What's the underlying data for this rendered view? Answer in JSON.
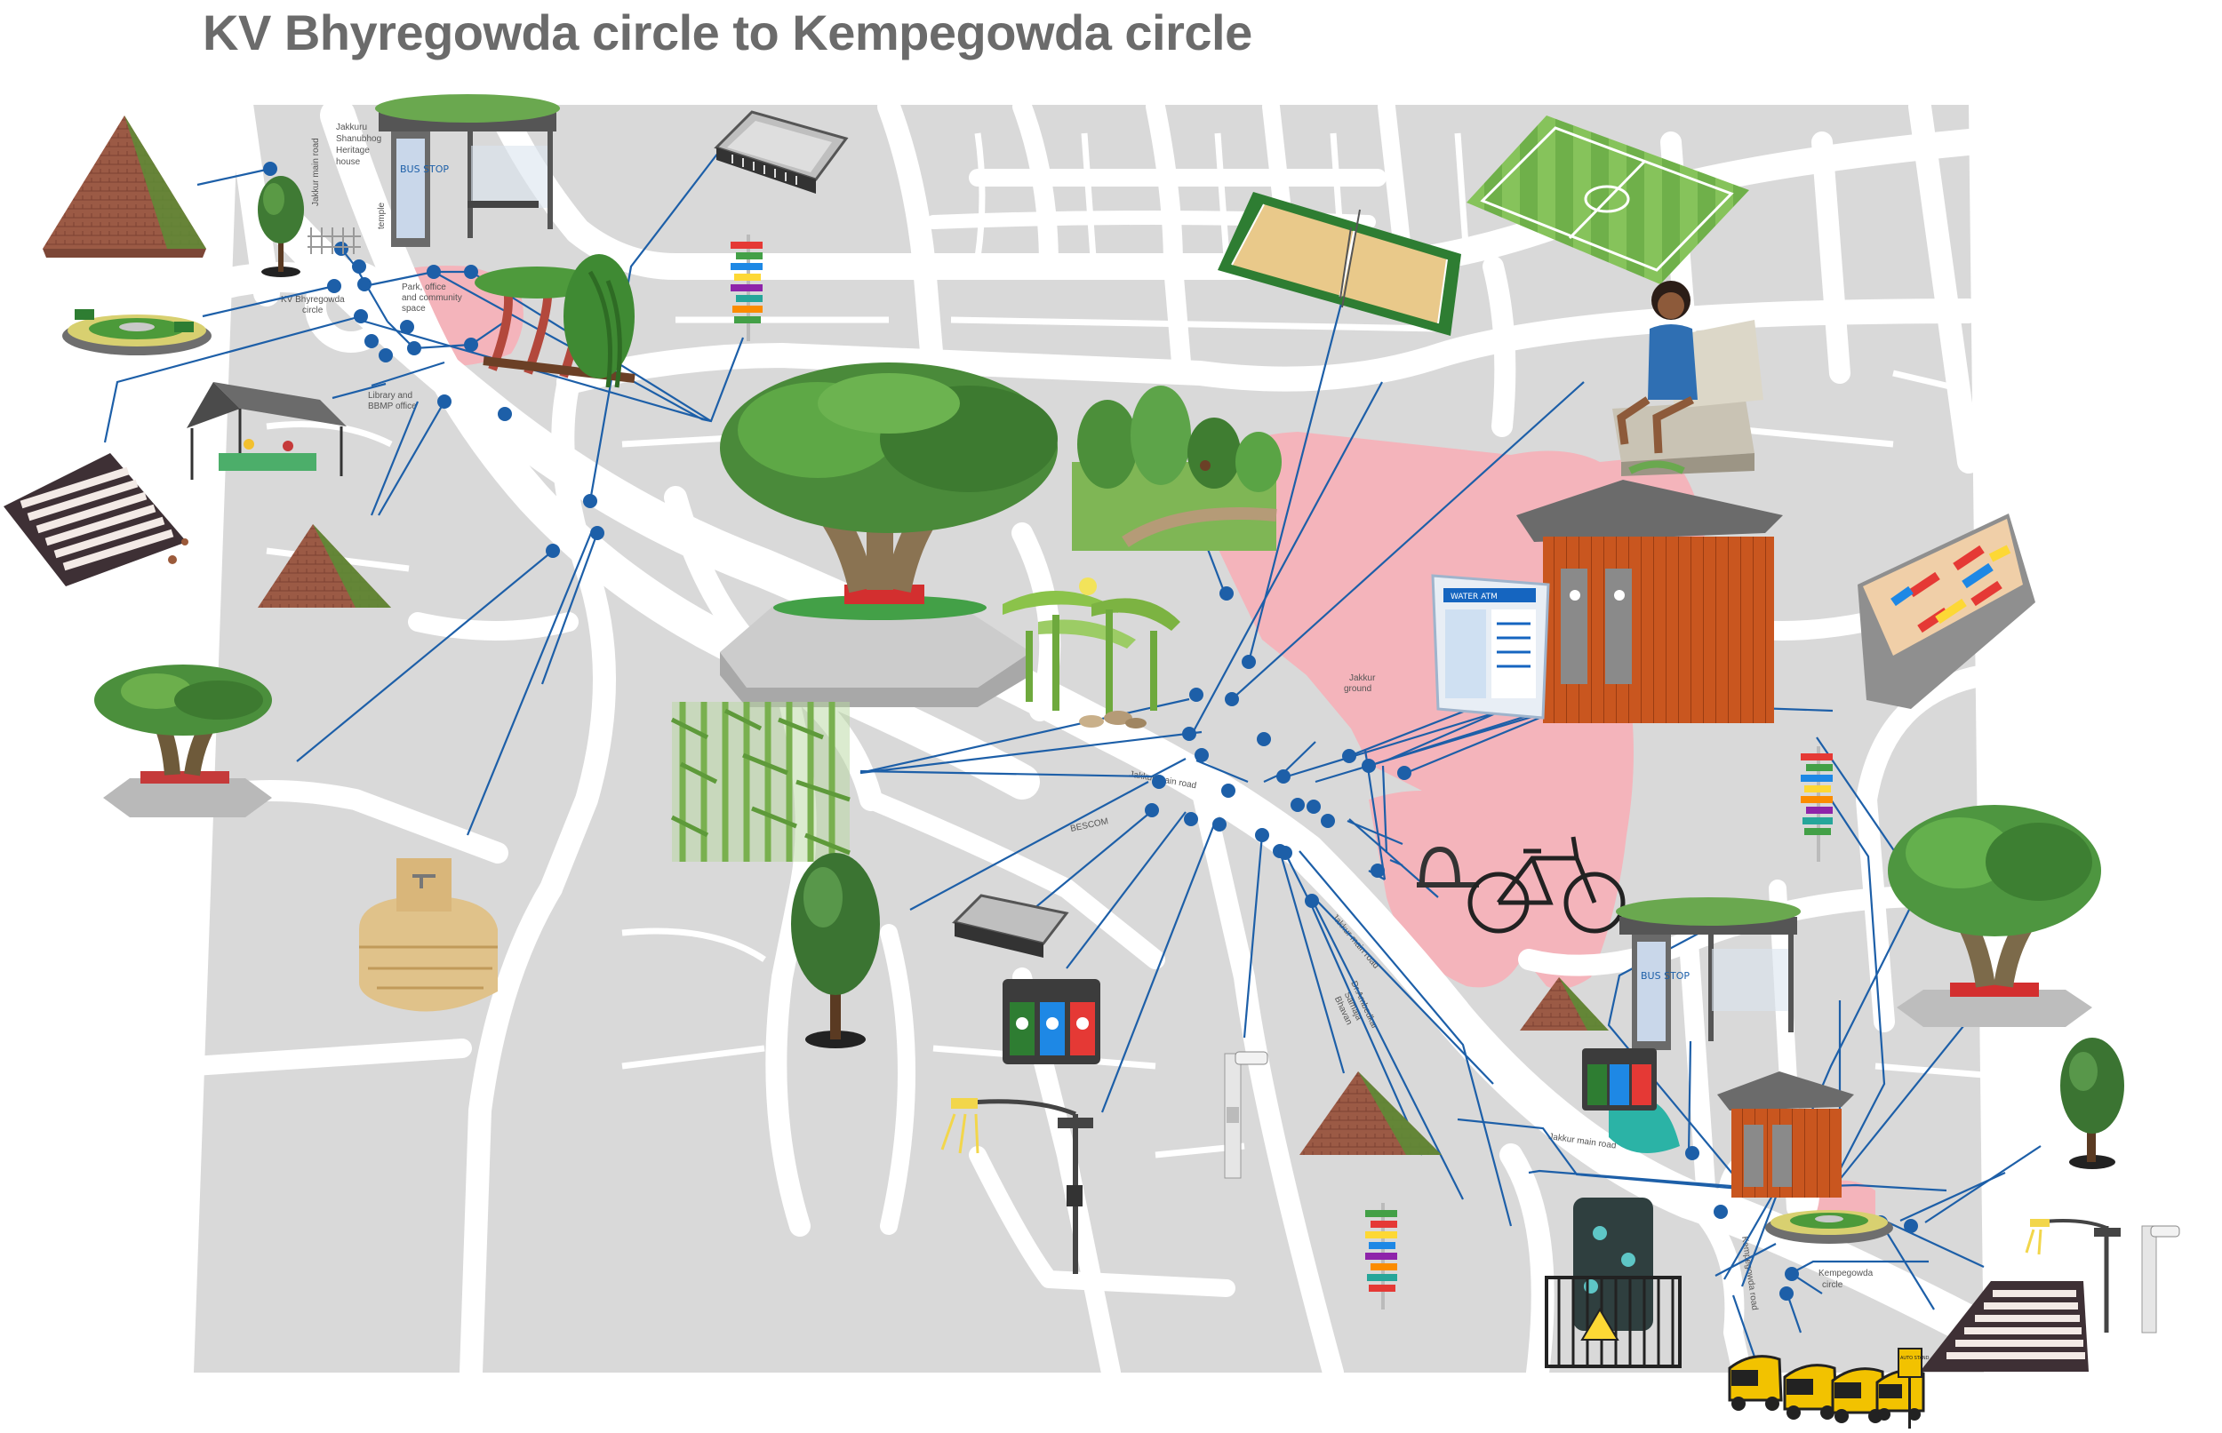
{
  "title": "KV Bhyregowda circle to Kempegowda circle",
  "colors": {
    "block": "#d9d9d9",
    "road": "#ffffff",
    "zone": "#f4b4bb",
    "leader": "#1d5fa8",
    "title": "#6b6b6b"
  },
  "labels": {
    "jakkur_main_road_nw": "Jakkur main road",
    "heritage_house": [
      "Jakkuru",
      "Shanubhog",
      "Heritage",
      "house"
    ],
    "temple": "temple",
    "kv_circle": [
      "KV Bhyregowda",
      "circle"
    ],
    "park": [
      "Park, office",
      "and community",
      "space"
    ],
    "library": [
      "Library and",
      "BBMP office"
    ],
    "jakkur_ground": [
      "Jakkur",
      "ground"
    ],
    "jakkur_main_road_center": "Jakkur main road",
    "bescom": "BESCOM",
    "jakkur_main_road_se": "Jakkur main road",
    "ambedkar": [
      "Dr.Ambedkar",
      "Samaja",
      "Bhavan"
    ],
    "jakkur_main_road_s": "Jakkur main road",
    "kempegowda_circle": [
      "Kempegowda",
      "circle"
    ],
    "kempegowda_road": "Kempegowda road"
  },
  "signage": {
    "bus_stop": "BUS STOP",
    "water_atm": "WATER ATM",
    "auto_stand": "AUTO STAND"
  },
  "icons": [
    "grass-pyramid-icon",
    "young-tree-icon",
    "bus-shelter-green-roof-icon",
    "solar-panel-icon",
    "wayfinding-signpost-icon",
    "volleyball-court-icon",
    "football-field-icon",
    "seated-woman-bench-icon",
    "roundabout-icon",
    "curved-pergola-bench-icon",
    "market-canopy-icon",
    "zebra-crossing-icon",
    "big-tree-planter-icon",
    "forest-jogging-track-icon",
    "umbrella-canopy-icon",
    "public-toilet-icon",
    "water-atm-icon",
    "mural-wall-icon",
    "bamboo-screen-icon",
    "stone-well-icon",
    "bicycle-stand-icon",
    "segregated-bins-icon",
    "street-light-icon",
    "cctv-pole-icon",
    "transformer-cage-icon",
    "auto-rickshaw-icon",
    "auto-stand-sign-icon"
  ]
}
